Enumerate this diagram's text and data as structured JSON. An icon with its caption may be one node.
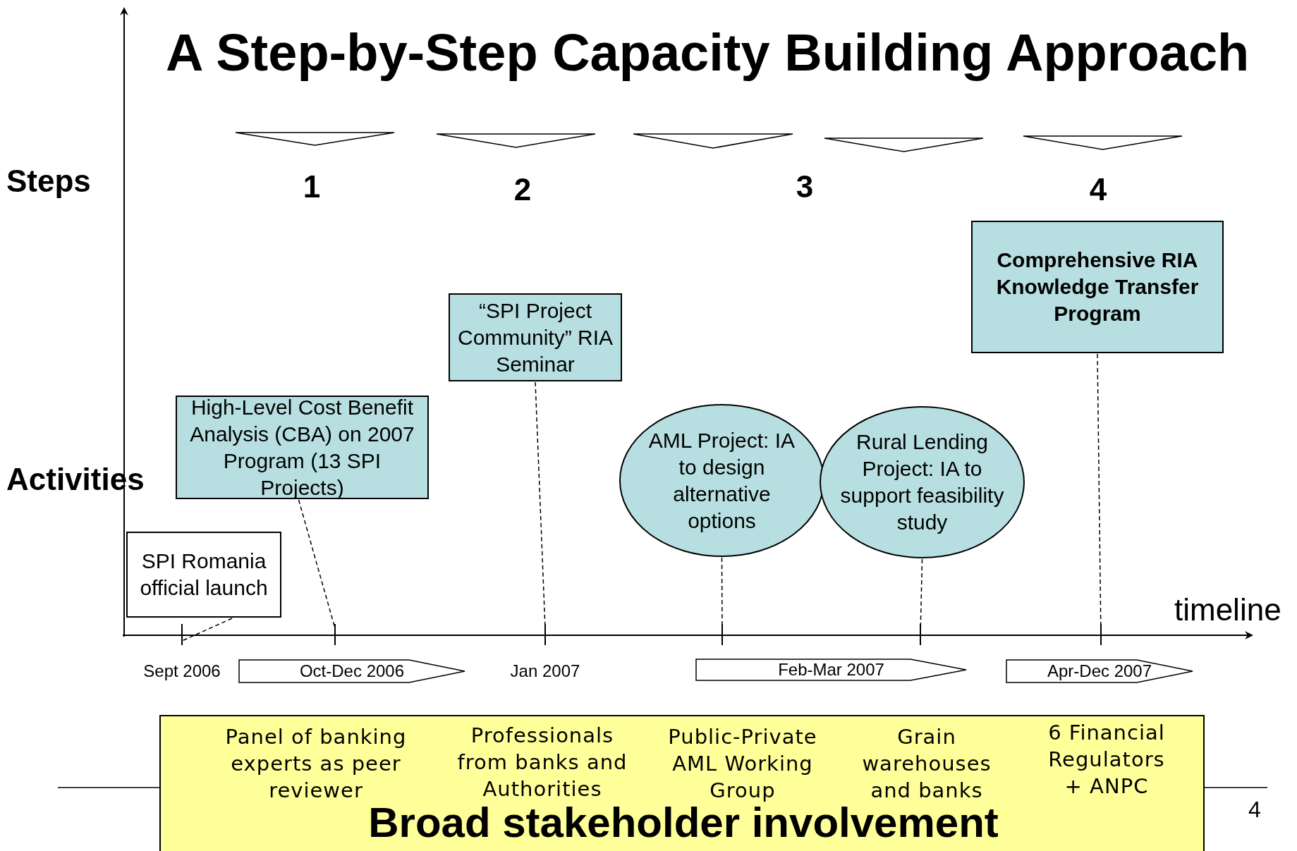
{
  "diagram": {
    "title": "A Step-by-Step Capacity Building Approach",
    "nodes": [
      {
        "text": [
          "SPI Romania official launch"
        ]
      },
      {
        "text": [
          "High-Level Cost Benefit Analysis (CBA) on 2007 Program (13 SPI Projects)"
        ]
      },
      {
        "text": [
          "“SPI Project Community” RIA Seminar"
        ]
      },
      {
        "text": [
          "AML Project: IA to design alternative options"
        ]
      },
      {
        "text": [
          "Rural Lending Project: IA to support feasibility study"
        ]
      },
      {
        "text": [
          "Comprehensive RIA Knowledge Transfer Program"
        ]
      },
      {
        "text": [
          "Oct-Dec 2006"
        ]
      },
      {
        "text": [
          "Feb-Mar 2007"
        ]
      },
      {
        "text": [
          "Apr-Dec 2007"
        ]
      },
      {
        "text": [
          "Panel of banking experts as peer reviewer",
          "Professionals from banks and Authorities",
          "Public-Private AML Working Group",
          "Grain warehouses and banks",
          "6 Financial Regulators + ANPC",
          "Broad stakeholder involvement"
        ]
      },
      {
        "text": [],
        "shape": "triangle"
      },
      {
        "text": [],
        "shape": "triangle"
      },
      {
        "text": [],
        "shape": "triangle"
      },
      {
        "text": [],
        "shape": "triangle"
      },
      {
        "text": [],
        "shape": "triangle"
      }
    ],
    "edges": [
      {
        "from": 0,
        "to": null,
        "arrow": "none",
        "style": "dashed"
      },
      {
        "from": 1,
        "to": null,
        "arrow": "none",
        "style": "dashed"
      },
      {
        "from": 2,
        "to": null,
        "arrow": "none",
        "style": "dashed"
      },
      {
        "from": 3,
        "to": null,
        "arrow": "none",
        "style": "dashed"
      },
      {
        "from": 4,
        "to": null,
        "arrow": "none",
        "style": "dashed"
      },
      {
        "from": 5,
        "to": null,
        "arrow": "none",
        "style": "dashed"
      }
    ],
    "labels": [
      "Steps",
      "1",
      "2",
      "3",
      "4",
      "Activities",
      "timeline",
      "Sept 2006",
      "Jan 2007",
      "4"
    ]
  }
}
